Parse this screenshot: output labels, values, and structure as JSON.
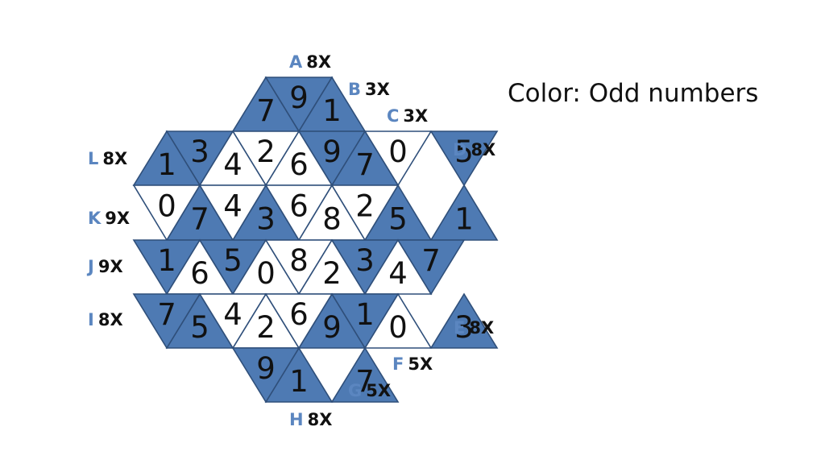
{
  "instruction": "Color: Odd numbers",
  "colors": {
    "odd_fill": "#4e7ab3",
    "even_fill": "#ffffff",
    "outline": "#2f4f7a",
    "clue_letter": "#5b86c0",
    "clue_count": "#111111"
  },
  "grid": {
    "rows": [
      [
        "7",
        "9",
        "1"
      ],
      [
        "3",
        "1",
        "2",
        "4",
        "9",
        "6",
        "0",
        "7",
        "5"
      ],
      [
        "7",
        "0",
        "3",
        "4",
        "8",
        "6",
        "5",
        "2",
        "1"
      ],
      [
        "1",
        "6",
        "5",
        "0",
        "8",
        "2",
        "3",
        "4",
        "7"
      ],
      [
        "5",
        "7",
        "2",
        "4",
        "9",
        "6",
        "0",
        "1",
        "3"
      ],
      [
        "1",
        "9",
        "7"
      ]
    ]
  },
  "clues": [
    {
      "letter": "A",
      "count": "8X"
    },
    {
      "letter": "B",
      "count": "3X"
    },
    {
      "letter": "C",
      "count": "3X"
    },
    {
      "letter": "D",
      "count": "8X"
    },
    {
      "letter": "E",
      "count": "8X"
    },
    {
      "letter": "F",
      "count": "5X"
    },
    {
      "letter": "G",
      "count": "5X"
    },
    {
      "letter": "H",
      "count": "8X"
    },
    {
      "letter": "I",
      "count": "8X"
    },
    {
      "letter": "J",
      "count": "9X"
    },
    {
      "letter": "K",
      "count": "9X"
    },
    {
      "letter": "L",
      "count": "8X"
    }
  ]
}
